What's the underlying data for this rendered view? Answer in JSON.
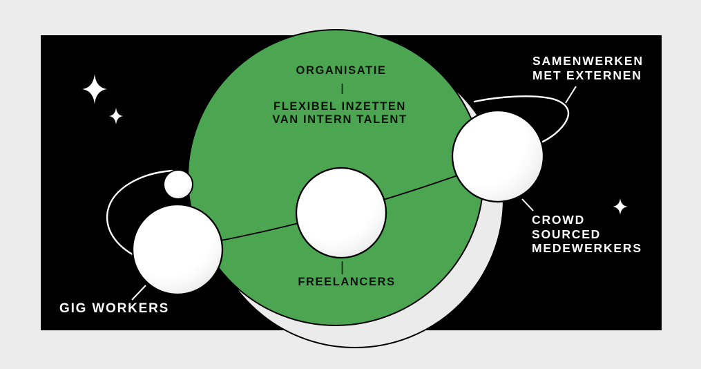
{
  "labels": {
    "planet_title": "ORGANISATIE",
    "planet_subtitle": [
      "FLEXIBEL INZETTEN",
      "VAN INTERN TALENT"
    ],
    "center_moon": "FREELANCERS",
    "left_moon": "GIG WORKERS",
    "right_moon_top": [
      "SAMENWERKEN",
      "MET EXTERNEN"
    ],
    "right_moon_bottom": [
      "CROWD",
      "SOURCED",
      "MEDEWERKERS"
    ]
  },
  "colors": {
    "page_background": "#ececec",
    "canvas_black": "#000000",
    "planet_green": "#4ba551",
    "shadow_gray": "#ebebeb",
    "moon_white": "#ffffff",
    "dark_text": "#0d120c",
    "light_text": "#ffffff"
  }
}
